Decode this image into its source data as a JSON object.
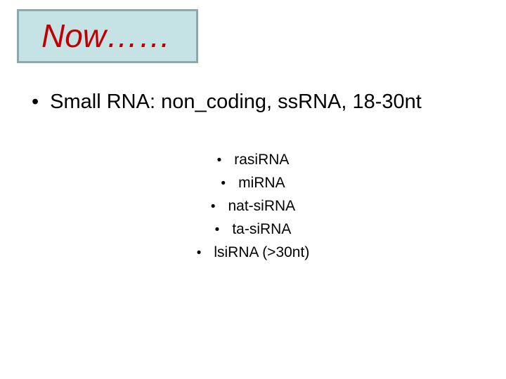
{
  "slide": {
    "title": "Now……",
    "main_bullet": {
      "bullet": "•",
      "text": "Small RNA: non_coding, ssRNA, 18-30nt"
    },
    "sub_bullets": {
      "bullet": "•",
      "items": [
        "rasiRNA",
        "miRNA",
        "nat-siRNA",
        "ta-siRNA",
        "lsiRNA (>30nt)"
      ]
    },
    "colors": {
      "background": "#ffffff",
      "title_text": "#c00000",
      "title_box_bg": "#c5e2e4",
      "title_box_border": "#8ea9ab",
      "body_text": "#000000"
    }
  }
}
